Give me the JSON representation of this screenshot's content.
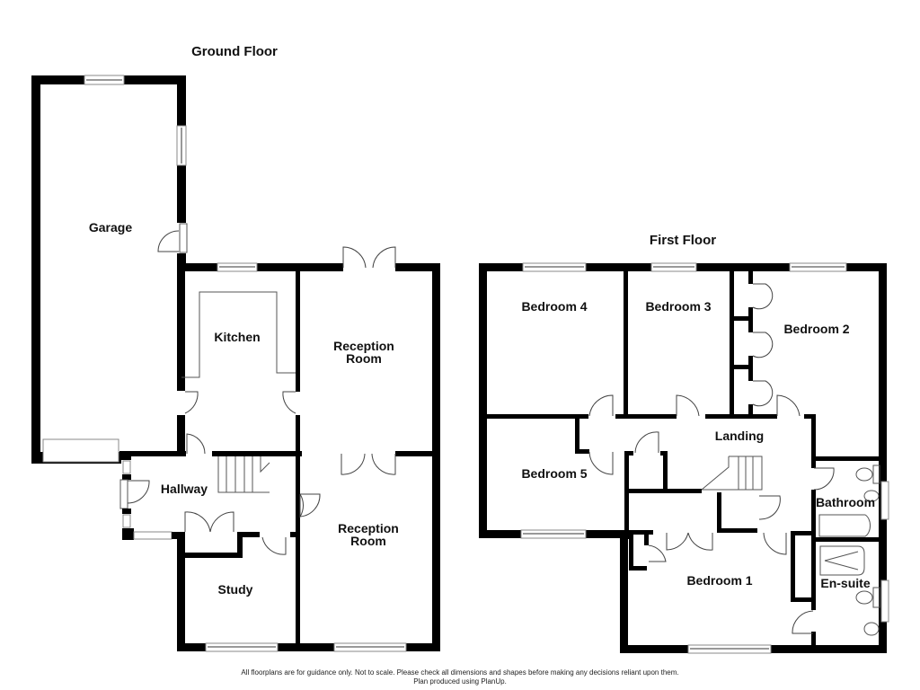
{
  "ground_floor": {
    "title": "Ground Floor",
    "rooms": {
      "garage": "Garage",
      "kitchen": "Kitchen",
      "reception_top": [
        "Reception",
        "Room"
      ],
      "hallway": "Hallway",
      "study": "Study",
      "reception_bottom": [
        "Reception",
        "Room"
      ]
    }
  },
  "first_floor": {
    "title": "First Floor",
    "rooms": {
      "bedroom4": "Bedroom 4",
      "bedroom3": "Bedroom 3",
      "bedroom2": "Bedroom 2",
      "bedroom5": "Bedroom 5",
      "landing": "Landing",
      "bathroom": "Bathroom",
      "bedroom1": "Bedroom 1",
      "ensuite": "En-suite"
    }
  },
  "footer": {
    "line1": "All floorplans are for guidance only. Not to scale. Please check all dimensions and shapes before making any decisions reliant upon them.",
    "line2": "Plan produced using PlanUp."
  }
}
